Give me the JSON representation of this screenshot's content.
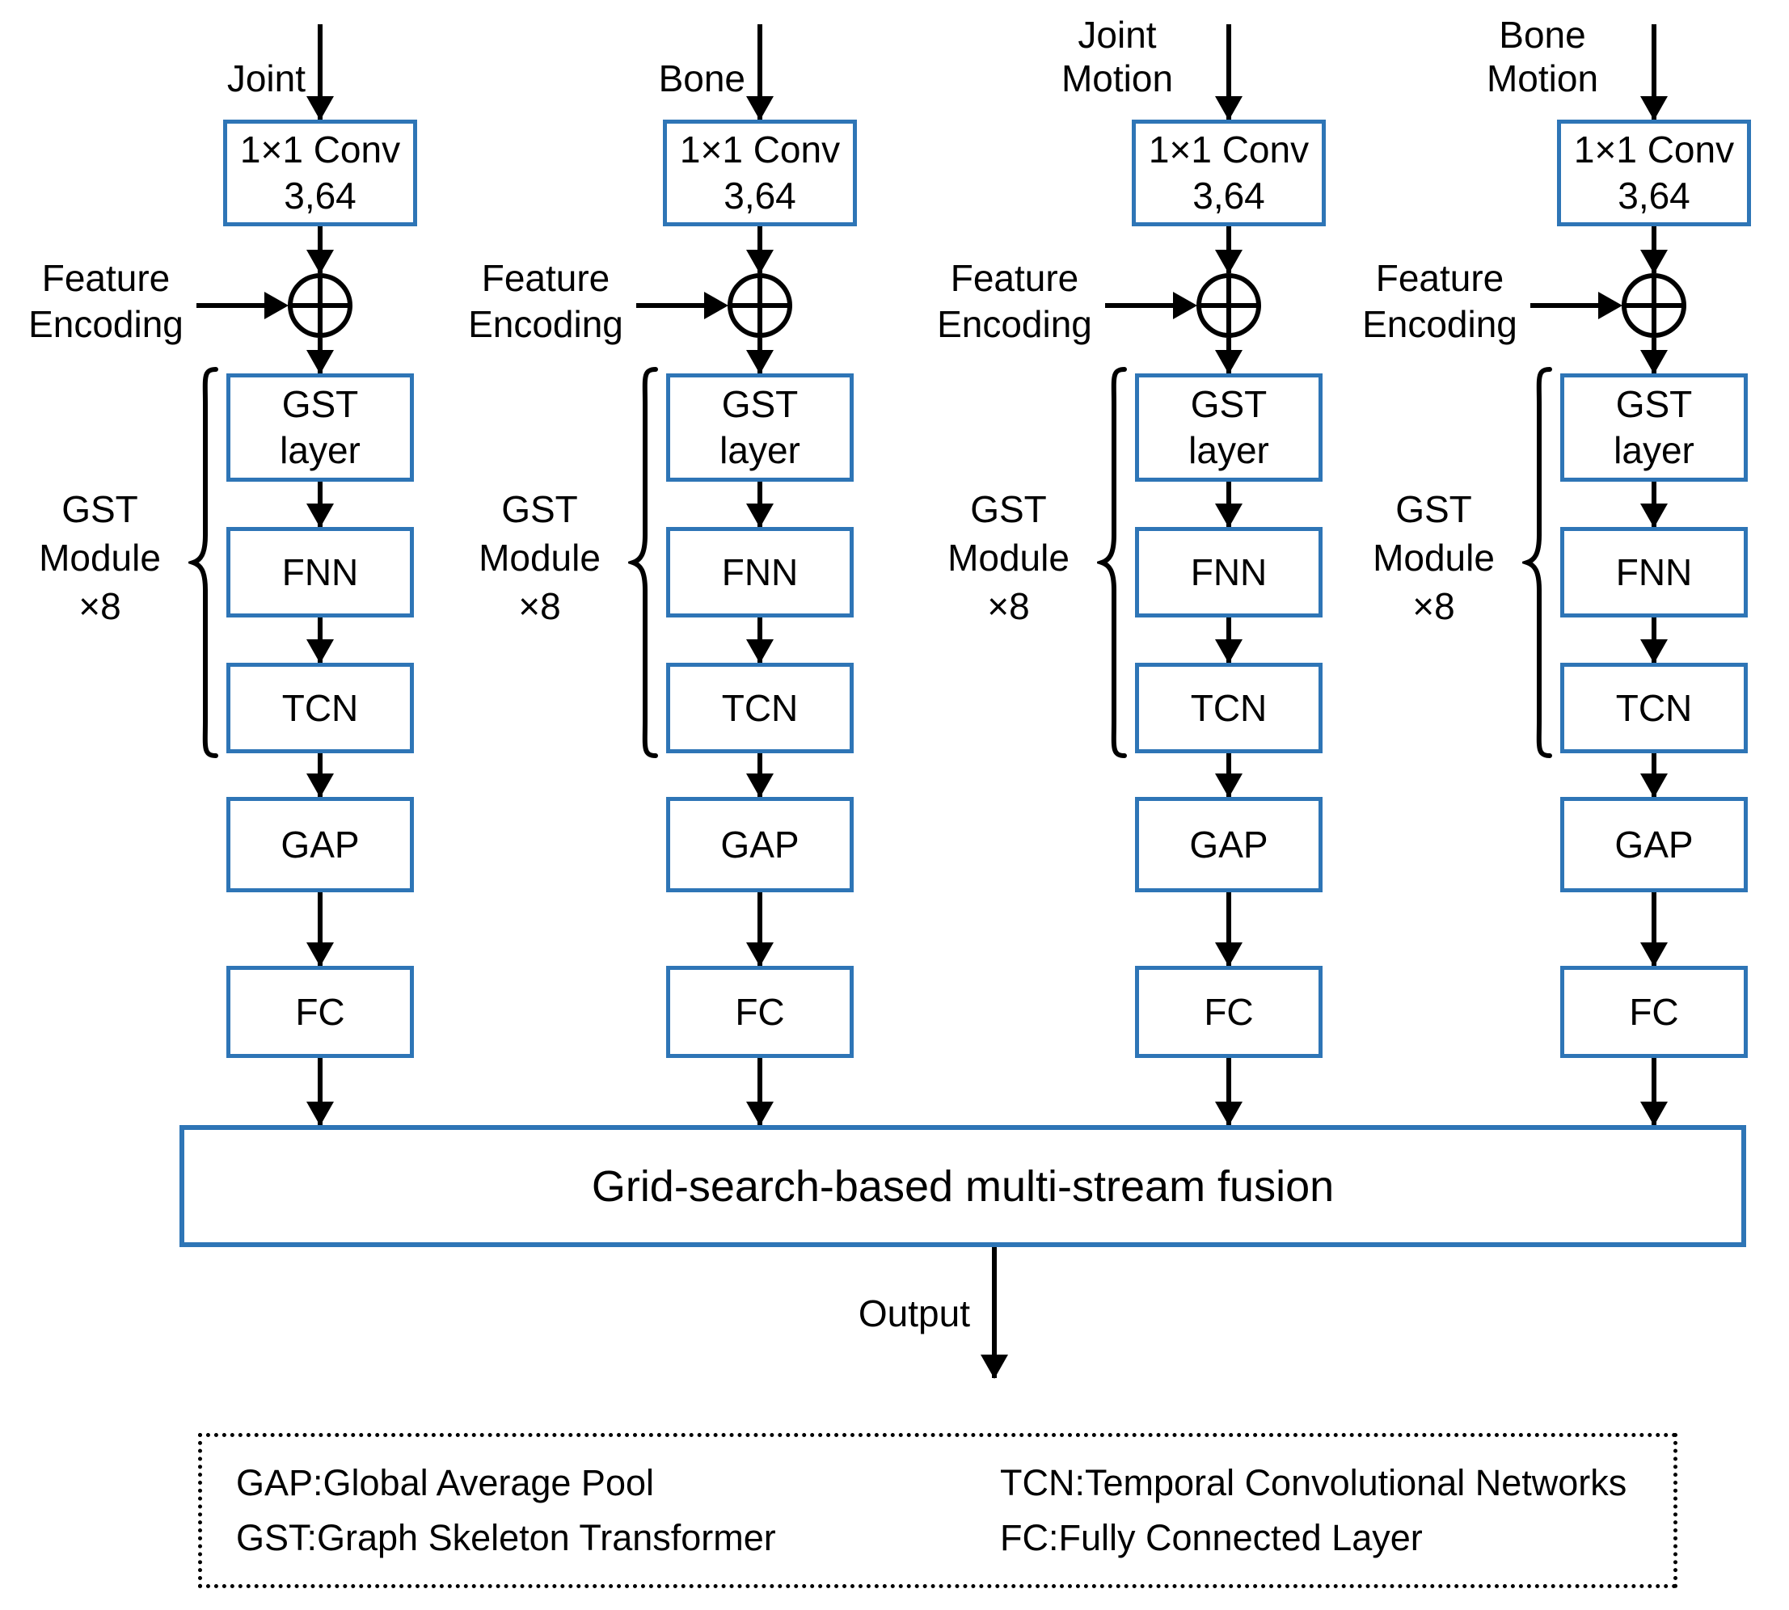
{
  "colors": {
    "box_border": "#2e75b6",
    "arrow": "#000000",
    "background": "#ffffff"
  },
  "streams": [
    {
      "input_label": "Joint",
      "conv_line1": "1×1 Conv",
      "conv_line2": "3,64",
      "feature_label": "Feature Encoding",
      "module_label": "GST Module ×8",
      "gst_label": "GST layer",
      "fnn_label": "FNN",
      "tcn_label": "TCN",
      "gap_label": "GAP",
      "fc_label": "FC"
    },
    {
      "input_label": "Bone",
      "conv_line1": "1×1 Conv",
      "conv_line2": "3,64",
      "feature_label": "Feature Encoding",
      "module_label": "GST Module ×8",
      "gst_label": "GST layer",
      "fnn_label": "FNN",
      "tcn_label": "TCN",
      "gap_label": "GAP",
      "fc_label": "FC"
    },
    {
      "input_label": "Joint Motion",
      "conv_line1": "1×1 Conv",
      "conv_line2": "3,64",
      "feature_label": "Feature Encoding",
      "module_label": "GST Module ×8",
      "gst_label": "GST layer",
      "fnn_label": "FNN",
      "tcn_label": "TCN",
      "gap_label": "GAP",
      "fc_label": "FC"
    },
    {
      "input_label": "Bone Motion",
      "conv_line1": "1×1 Conv",
      "conv_line2": "3,64",
      "feature_label": "Feature Encoding",
      "module_label": "GST Module ×8",
      "gst_label": "GST layer",
      "fnn_label": "FNN",
      "tcn_label": "TCN",
      "gap_label": "GAP",
      "fc_label": "FC"
    }
  ],
  "fusion_label": "Grid-search-based multi-stream fusion",
  "output_label": "Output",
  "legend": {
    "items": [
      "GAP:Global Average Pool",
      "TCN:Temporal Convolutional Networks",
      "GST:Graph Skeleton Transformer",
      "FC:Fully Connected Layer"
    ]
  }
}
